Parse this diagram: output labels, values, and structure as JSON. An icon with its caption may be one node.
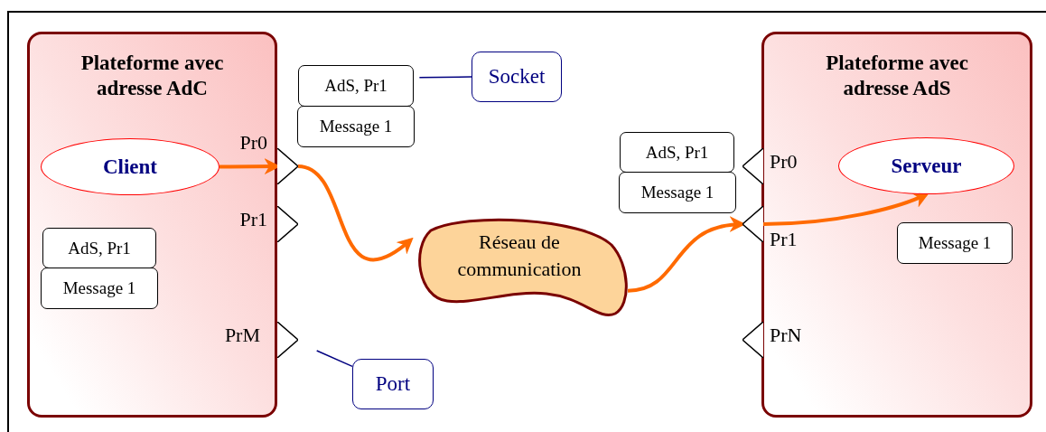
{
  "diagram": {
    "nodes": [
      {
        "text": [
          "Plateforme avec adresse AdC"
        ]
      },
      {
        "text": [
          "Client"
        ],
        "in": 0
      },
      {
        "text": [],
        "shape": "triangle",
        "beside": [
          "Pr0"
        ]
      },
      {
        "text": [],
        "shape": "triangle",
        "beside": [
          "Pr1"
        ]
      },
      {
        "text": [
          "AdS, Pr1"
        ],
        "in": 0
      },
      {
        "text": [
          "Message 1"
        ],
        "in": 0
      },
      {
        "text": [],
        "shape": "triangle",
        "beside": [
          "PrM"
        ]
      },
      {
        "text": [
          "AdS, Pr1"
        ]
      },
      {
        "text": [
          "Message 1"
        ]
      },
      {
        "text": [
          "Socket"
        ]
      },
      {
        "text": [
          "Port"
        ]
      },
      {
        "text": [
          "Réseau de communication"
        ]
      },
      {
        "text": [
          "AdS, Pr1"
        ]
      },
      {
        "text": [
          "Message 1"
        ]
      },
      {
        "text": [
          "Plateforme avec adresse AdS"
        ]
      },
      {
        "text": [
          "Serveur"
        ],
        "in": 14
      },
      {
        "text": [],
        "shape": "triangle",
        "beside": [
          "Pr0"
        ]
      },
      {
        "text": [],
        "shape": "triangle",
        "beside": [
          "Pr1"
        ]
      },
      {
        "text": [
          "Message 1"
        ],
        "in": 14
      },
      {
        "text": [],
        "shape": "triangle",
        "beside": [
          "PrN"
        ]
      }
    ],
    "edges": [
      {
        "from": 1,
        "to": 2,
        "arrow": "to"
      },
      {
        "from": 2,
        "to": 11,
        "arrow": "to"
      },
      {
        "from": 11,
        "to": 17,
        "arrow": "to"
      },
      {
        "from": 17,
        "to": 15,
        "arrow": "to"
      },
      {
        "from": 9,
        "to": 7,
        "arrow": "none",
        "color": "#000080"
      },
      {
        "from": 10,
        "to": 6,
        "arrow": "none",
        "color": "#000080"
      }
    ]
  }
}
